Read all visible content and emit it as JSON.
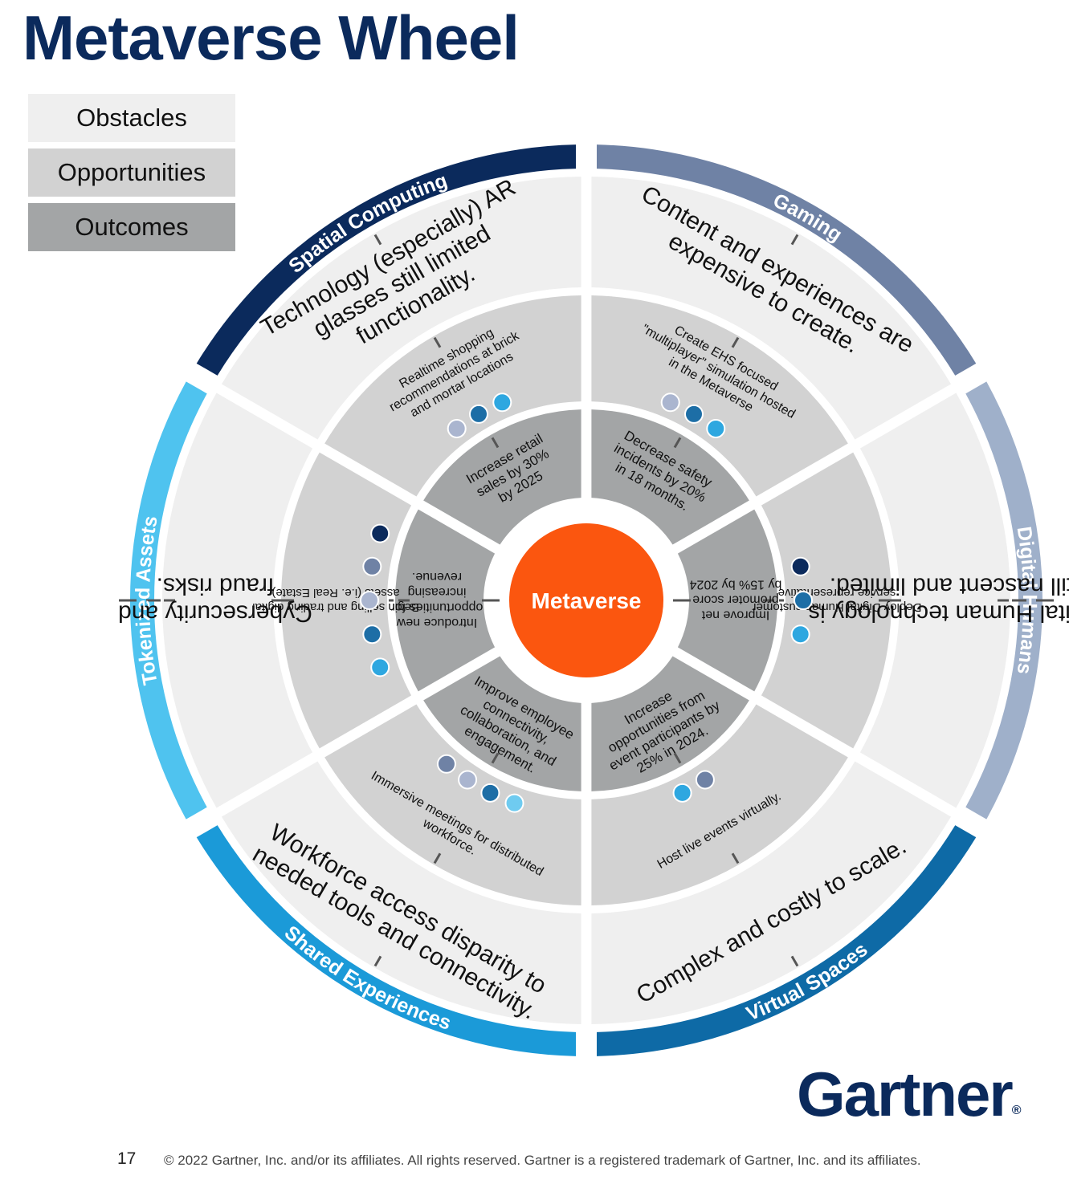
{
  "title": "Metaverse Wheel",
  "legend": [
    {
      "label": "Obstacles",
      "color": "#efefef"
    },
    {
      "label": "Opportunities",
      "color": "#d2d2d2"
    },
    {
      "label": "Outcomes",
      "color": "#a3a5a6"
    }
  ],
  "center": {
    "label": "Metaverse",
    "color": "#fb560f"
  },
  "segments": [
    {
      "name": "Spatial Computing",
      "color": "#0b2a5c",
      "obstacle": [
        "Technology (especially) AR",
        "glasses still limited",
        "functionality."
      ],
      "opportunity": [
        "Realtime shopping",
        "recommendations at brick",
        "and mortar locations"
      ],
      "outcome": [
        "Increase retail",
        "sales by 30%",
        "by 2025"
      ],
      "dots": [
        "#aab5cf",
        "#1d6ea6",
        "#2ea7e0"
      ]
    },
    {
      "name": "Gaming",
      "color": "#6f82a5",
      "obstacle": [
        "Content and experiences are",
        "expensive to create."
      ],
      "opportunity": [
        "Create EHS focused",
        "\"multiplayer\" simulation hosted",
        "in the Metaverse"
      ],
      "outcome": [
        "Decrease safety",
        "incidents by 20%",
        "in 18 months."
      ],
      "dots": [
        "#aab5cf",
        "#1d6ea6",
        "#2ea7e0"
      ]
    },
    {
      "name": "Digital Humans",
      "color": "#9fb0ca",
      "obstacle": [
        "Digital Human technology is",
        "still nascent and limited."
      ],
      "opportunity": [
        "Deploy Digital Human customer",
        "service representative"
      ],
      "outcome": [
        "Improve net",
        "promoter score",
        "by 15% by 2024"
      ],
      "dots": [
        "#0b2a5c",
        "#1d6ea6",
        "#2ea7e0"
      ]
    },
    {
      "name": "Virtual Spaces",
      "color": "#0e6aa6",
      "obstacle": [
        "Complex and costly to scale."
      ],
      "opportunity": [
        "Host live events virtually."
      ],
      "outcome": [
        "Increase",
        "opportunities from",
        "event participants by",
        "25% in 2024."
      ],
      "dots": [
        "#6f82a5",
        "#2ea7e0"
      ]
    },
    {
      "name": "Shared Experiences",
      "color": "#1b9ad8",
      "obstacle": [
        "Workforce access disparity to",
        "needed tools and connectivity."
      ],
      "opportunity": [
        "Immersive meetings for distributed",
        "workforce."
      ],
      "outcome": [
        "Improve employee",
        "connectivity,",
        "collaboration, and",
        "engagement."
      ],
      "dots": [
        "#6fcbf0",
        "#1d6ea6",
        "#aab5cf",
        "#6f82a5"
      ]
    },
    {
      "name": "Tokenized Assets",
      "color": "#4fc3ef",
      "obstacle": [
        "Cybersecurity and",
        "fraud risks."
      ],
      "opportunity": [
        "Begin selling and trading digital",
        "assets (i.e. Real Estate)"
      ],
      "outcome": [
        "Introduce new",
        "opportunities for",
        "increasing",
        "revenue."
      ],
      "dots": [
        "#2ea7e0",
        "#1d6ea6",
        "#aab5cf",
        "#6f82a5",
        "#0b2a5c"
      ]
    }
  ],
  "brand": {
    "name": "Gartner",
    "mark": "®"
  },
  "footer": {
    "page": "17",
    "copyright": "© 2022 Gartner, Inc. and/or its affiliates. All rights reserved. Gartner is a registered trademark of Gartner, Inc. and its affiliates."
  }
}
